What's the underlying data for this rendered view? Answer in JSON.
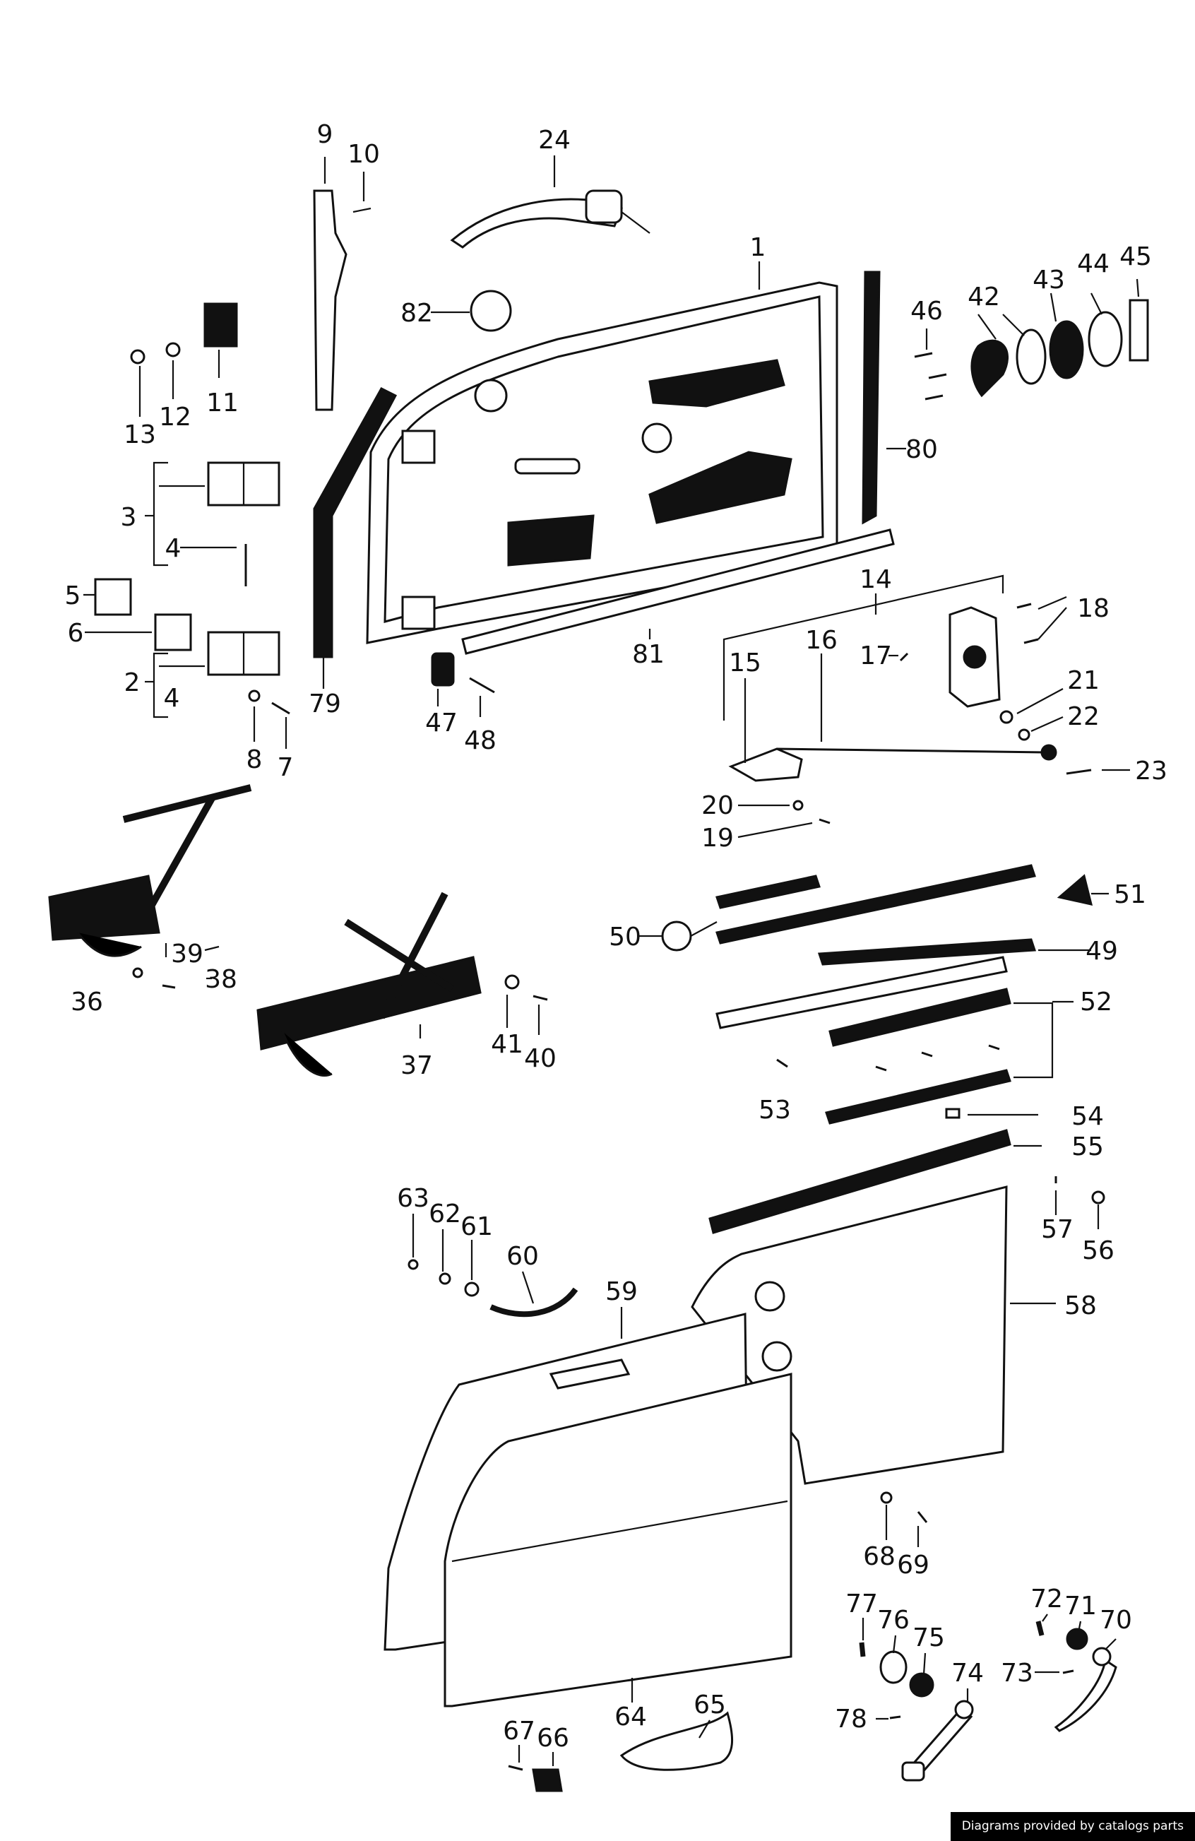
{
  "credit": "Diagrams provided by catalogs parts",
  "labels": [
    "1",
    "2",
    "3",
    "4",
    "4",
    "5",
    "6",
    "7",
    "8",
    "9",
    "10",
    "11",
    "12",
    "13",
    "14",
    "15",
    "16",
    "17",
    "18",
    "19",
    "20",
    "21",
    "22",
    "23",
    "24",
    "36",
    "37",
    "38",
    "39",
    "40",
    "41",
    "42",
    "43",
    "44",
    "45",
    "46",
    "47",
    "48",
    "49",
    "50",
    "51",
    "52",
    "53",
    "54",
    "55",
    "56",
    "57",
    "58",
    "59",
    "60",
    "61",
    "62",
    "63",
    "64",
    "65",
    "66",
    "67",
    "68",
    "69",
    "70",
    "71",
    "72",
    "73",
    "74",
    "75",
    "76",
    "77",
    "78",
    "79",
    "80",
    "81",
    "82"
  ]
}
